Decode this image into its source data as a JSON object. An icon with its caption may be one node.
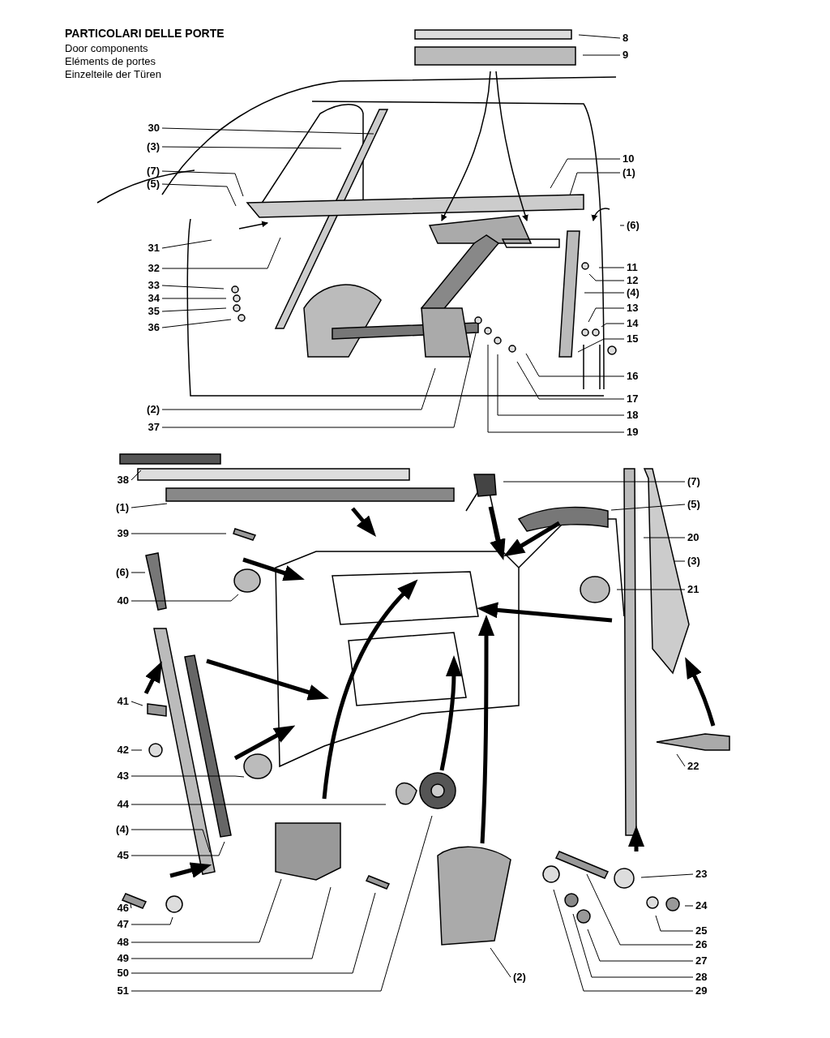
{
  "diagram": {
    "title": "PARTICOLARI DELLE PORTE",
    "nodes": [
      {
        "text": [
          "8"
        ]
      },
      {
        "text": [
          "9"
        ]
      },
      {
        "text": [
          "30"
        ]
      },
      {
        "text": [
          "(3)"
        ]
      },
      {
        "text": [
          "10"
        ]
      },
      {
        "text": [
          "(7)"
        ]
      },
      {
        "text": [
          "(1)"
        ]
      },
      {
        "text": [
          "(5)"
        ]
      },
      {
        "text": [
          "(6)"
        ]
      },
      {
        "text": [
          "31"
        ]
      },
      {
        "text": [
          "11"
        ]
      },
      {
        "text": [
          "32"
        ]
      },
      {
        "text": [
          "12"
        ]
      },
      {
        "text": [
          "33"
        ]
      },
      {
        "text": [
          "(4)"
        ]
      },
      {
        "text": [
          "34"
        ]
      },
      {
        "text": [
          "13"
        ]
      },
      {
        "text": [
          "35"
        ]
      },
      {
        "text": [
          "14"
        ]
      },
      {
        "text": [
          "36"
        ]
      },
      {
        "text": [
          "15"
        ]
      },
      {
        "text": [
          "16"
        ]
      },
      {
        "text": [
          "17"
        ]
      },
      {
        "text": [
          "(2)"
        ]
      },
      {
        "text": [
          "18"
        ]
      },
      {
        "text": [
          "37"
        ]
      },
      {
        "text": [
          "19"
        ]
      },
      {
        "text": [
          "38"
        ]
      },
      {
        "text": [
          "(7)"
        ]
      },
      {
        "text": [
          "(5)"
        ]
      },
      {
        "text": [
          "(1)"
        ]
      },
      {
        "text": [
          "39"
        ]
      },
      {
        "text": [
          "20"
        ]
      },
      {
        "text": [
          "(3)"
        ]
      },
      {
        "text": [
          "(6)"
        ]
      },
      {
        "text": [
          "21"
        ]
      },
      {
        "text": [
          "40"
        ]
      },
      {
        "text": [
          "41"
        ]
      },
      {
        "text": [
          "42"
        ]
      },
      {
        "text": [
          "22"
        ]
      },
      {
        "text": [
          "43"
        ]
      },
      {
        "text": [
          "44"
        ]
      },
      {
        "text": [
          "(4)"
        ]
      },
      {
        "text": [
          "45"
        ]
      },
      {
        "text": [
          "23"
        ]
      },
      {
        "text": [
          "24"
        ]
      },
      {
        "text": [
          "46"
        ]
      },
      {
        "text": [
          "47"
        ]
      },
      {
        "text": [
          "25"
        ]
      },
      {
        "text": [
          "48"
        ]
      },
      {
        "text": [
          "26"
        ]
      },
      {
        "text": [
          "49"
        ]
      },
      {
        "text": [
          "27"
        ]
      },
      {
        "text": [
          "50"
        ]
      },
      {
        "text": [
          "(2)"
        ]
      },
      {
        "text": [
          "28"
        ]
      },
      {
        "text": [
          "29"
        ]
      },
      {
        "text": [
          "51"
        ]
      }
    ],
    "edges": [
      {
        "from": 0,
        "to": null,
        "arrow": "none"
      },
      {
        "from": 1,
        "to": null,
        "arrow": "none"
      },
      {
        "from": 2,
        "to": null,
        "arrow": "none"
      },
      {
        "from": 3,
        "to": null,
        "arrow": "none"
      },
      {
        "from": 4,
        "to": null,
        "arrow": "none"
      },
      {
        "from": 5,
        "to": null,
        "arrow": "none"
      },
      {
        "from": 6,
        "to": null,
        "arrow": "none"
      },
      {
        "from": 7,
        "to": null,
        "arrow": "none"
      },
      {
        "from": 8,
        "to": null,
        "arrow": "none"
      },
      {
        "from": 9,
        "to": null,
        "arrow": "none"
      },
      {
        "from": 10,
        "to": null,
        "arrow": "none"
      },
      {
        "from": 11,
        "to": null,
        "arrow": "none"
      },
      {
        "from": 12,
        "to": null,
        "arrow": "none"
      },
      {
        "from": 13,
        "to": null,
        "arrow": "none"
      },
      {
        "from": 14,
        "to": null,
        "arrow": "none"
      },
      {
        "from": 15,
        "to": null,
        "arrow": "none"
      },
      {
        "from": 16,
        "to": null,
        "arrow": "none"
      },
      {
        "from": 17,
        "to": null,
        "arrow": "none"
      },
      {
        "from": 18,
        "to": null,
        "arrow": "none"
      },
      {
        "from": 19,
        "to": null,
        "arrow": "none"
      },
      {
        "from": 20,
        "to": null,
        "arrow": "none"
      },
      {
        "from": 21,
        "to": null,
        "arrow": "none"
      },
      {
        "from": 22,
        "to": null,
        "arrow": "none"
      },
      {
        "from": 23,
        "to": null,
        "arrow": "none"
      },
      {
        "from": 24,
        "to": null,
        "arrow": "none"
      },
      {
        "from": 25,
        "to": null,
        "arrow": "none"
      },
      {
        "from": 26,
        "to": null,
        "arrow": "none"
      },
      {
        "from": 27,
        "to": null,
        "arrow": "none"
      },
      {
        "from": 28,
        "to": null,
        "arrow": "none"
      },
      {
        "from": 29,
        "to": null,
        "arrow": "none"
      },
      {
        "from": 30,
        "to": null,
        "arrow": "none"
      },
      {
        "from": 31,
        "to": null,
        "arrow": "none"
      },
      {
        "from": 32,
        "to": null,
        "arrow": "none"
      },
      {
        "from": 33,
        "to": null,
        "arrow": "none"
      },
      {
        "from": 34,
        "to": null,
        "arrow": "none"
      },
      {
        "from": 35,
        "to": null,
        "arrow": "none"
      },
      {
        "from": 36,
        "to": null,
        "arrow": "none"
      },
      {
        "from": 37,
        "to": null,
        "arrow": "none"
      },
      {
        "from": 38,
        "to": null,
        "arrow": "none"
      },
      {
        "from": 39,
        "to": null,
        "arrow": "none"
      },
      {
        "from": 40,
        "to": null,
        "arrow": "none"
      },
      {
        "from": 41,
        "to": null,
        "arrow": "none"
      },
      {
        "from": 42,
        "to": null,
        "arrow": "none"
      },
      {
        "from": 43,
        "to": null,
        "arrow": "none"
      },
      {
        "from": 44,
        "to": null,
        "arrow": "none"
      },
      {
        "from": 45,
        "to": null,
        "arrow": "none"
      },
      {
        "from": 46,
        "to": null,
        "arrow": "none"
      },
      {
        "from": 47,
        "to": null,
        "arrow": "none"
      },
      {
        "from": 48,
        "to": null,
        "arrow": "none"
      },
      {
        "from": 49,
        "to": null,
        "arrow": "none"
      },
      {
        "from": 50,
        "to": null,
        "arrow": "none"
      },
      {
        "from": 51,
        "to": null,
        "arrow": "none"
      },
      {
        "from": 52,
        "to": null,
        "arrow": "none"
      },
      {
        "from": 53,
        "to": null,
        "arrow": "none"
      },
      {
        "from": 54,
        "to": null,
        "arrow": "none"
      },
      {
        "from": 55,
        "to": null,
        "arrow": "none"
      },
      {
        "from": 56,
        "to": null,
        "arrow": "none"
      },
      {
        "from": 57,
        "to": null,
        "arrow": "none"
      }
    ],
    "labels": [
      "Door components",
      "Eléments de portes",
      "Einzelteile der Türen"
    ]
  }
}
